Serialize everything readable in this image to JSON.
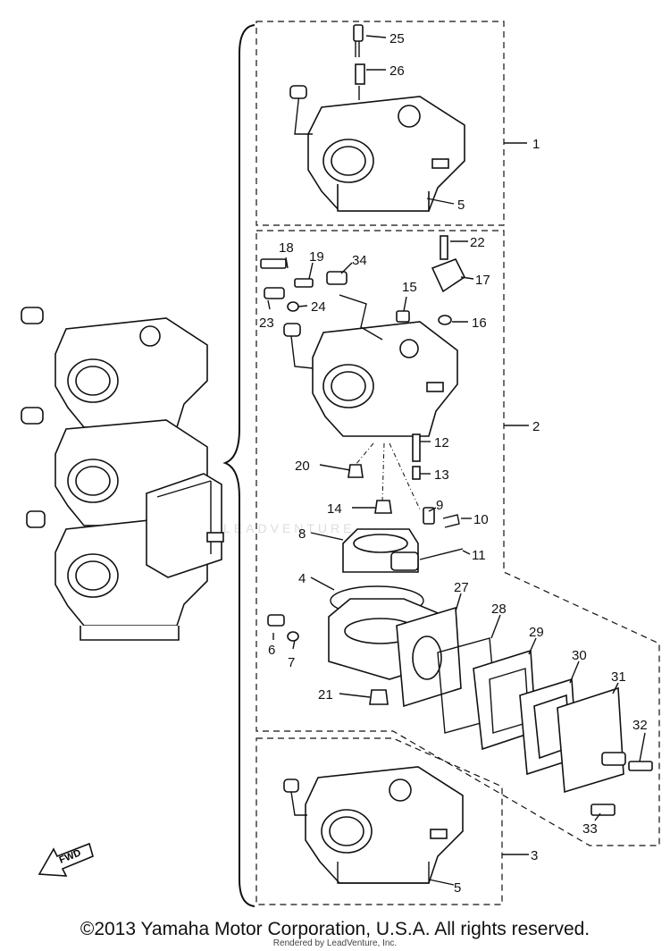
{
  "callouts": {
    "c25": "25",
    "c26": "26",
    "c1": "1",
    "c5a": "5",
    "c18": "18",
    "c19": "19",
    "c34": "34",
    "c22": "22",
    "c17": "17",
    "c15": "15",
    "c16": "16",
    "c23": "23",
    "c24": "24",
    "c2": "2",
    "c12": "12",
    "c13": "13",
    "c20": "20",
    "c14": "14",
    "c9": "9",
    "c10": "10",
    "c8": "8",
    "c11": "11",
    "c4": "4",
    "c27": "27",
    "c28": "28",
    "c29": "29",
    "c30": "30",
    "c31": "31",
    "c6": "6",
    "c7": "7",
    "c21": "21",
    "c32": "32",
    "c33": "33",
    "c3": "3",
    "c5b": "5"
  },
  "fwd_label": "FWD",
  "watermark": "LEADVENTURE",
  "copyright": "©2013 Yamaha Motor Corporation, U.S.A. All rights reserved.",
  "rendered_by": "Rendered by LeadVenture, Inc."
}
